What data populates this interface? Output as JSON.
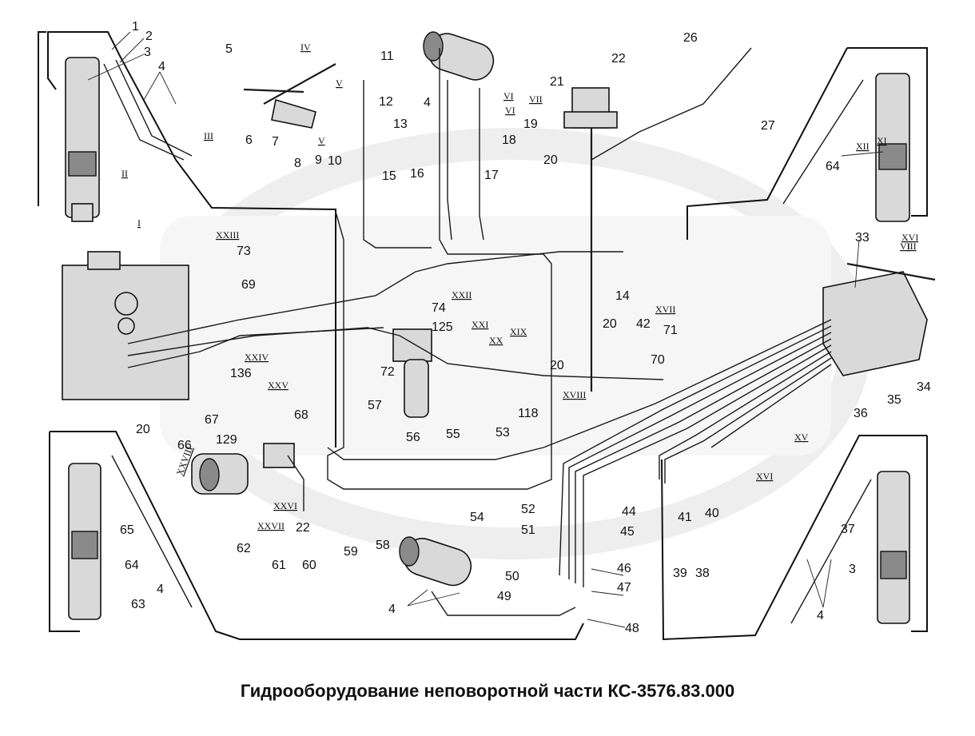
{
  "caption": "Гидрооборудование неповоротной части КС-3576.83.000",
  "watermark": "",
  "colors": {
    "line": "#1a1a1a",
    "watermark": "#d0d0d0",
    "background": "#ffffff"
  },
  "callouts": {
    "n1": "1",
    "n2": "2",
    "n3": "3",
    "n4a": "4",
    "n5": "5",
    "n6": "6",
    "n7": "7",
    "n8": "8",
    "n9": "9",
    "n10": "10",
    "n11": "11",
    "n12": "12",
    "n13": "13",
    "n15": "15",
    "n16": "16",
    "n4b": "4",
    "n18": "18",
    "n19": "19",
    "n17": "17",
    "n20a": "20",
    "n21": "21",
    "n22a": "22",
    "n26": "26",
    "n27": "27",
    "n64a": "64",
    "n33": "33",
    "n73": "73",
    "n69": "69",
    "n74": "74",
    "n14": "14",
    "n125": "125",
    "n72": "72",
    "n136": "136",
    "n20b": "20",
    "n42": "42",
    "n71": "71",
    "n70": "70",
    "n57": "57",
    "n68": "68",
    "n67": "67",
    "n20c": "20",
    "n66": "66",
    "n56": "56",
    "n55": "55",
    "n53": "53",
    "n118": "118",
    "n36": "36",
    "n35": "35",
    "n34": "34",
    "n129": "129",
    "n65": "65",
    "n64b": "64",
    "n4c": "4",
    "n63": "63",
    "n62": "62",
    "n22b": "22",
    "n59": "59",
    "n58": "58",
    "n54": "54",
    "n52": "52",
    "n51": "51",
    "n44": "44",
    "n45": "45",
    "n41": "41",
    "n40": "40",
    "n37": "37",
    "n3b": "3",
    "n61": "61",
    "n60": "60",
    "n50": "50",
    "n46": "46",
    "n49": "49",
    "n47": "47",
    "n4d": "4",
    "n48": "48",
    "n39": "39",
    "n38": "38",
    "n4e": "4",
    "n20d": "20"
  },
  "roman": {
    "r1": "I",
    "r2": "II",
    "r3": "III",
    "r4": "IV",
    "r5": "V",
    "r6": "V",
    "r7": "VI",
    "r8": "VI",
    "r9": "XI",
    "r10": "XII",
    "r11": "I",
    "r12": "XXIII",
    "r13": "XXII",
    "r14": "XXI",
    "r15": "XX",
    "r16": "XIX",
    "r17": "XXIV",
    "r18": "XXV",
    "r19": "XVIII",
    "r20": "XVII",
    "r21": "XV",
    "r22": "XVI",
    "r23": "XVI",
    "r24": "XXVIII",
    "r25": "XXVI",
    "r26": "XXVII",
    "r27": "VII",
    "r28": "VIII"
  }
}
